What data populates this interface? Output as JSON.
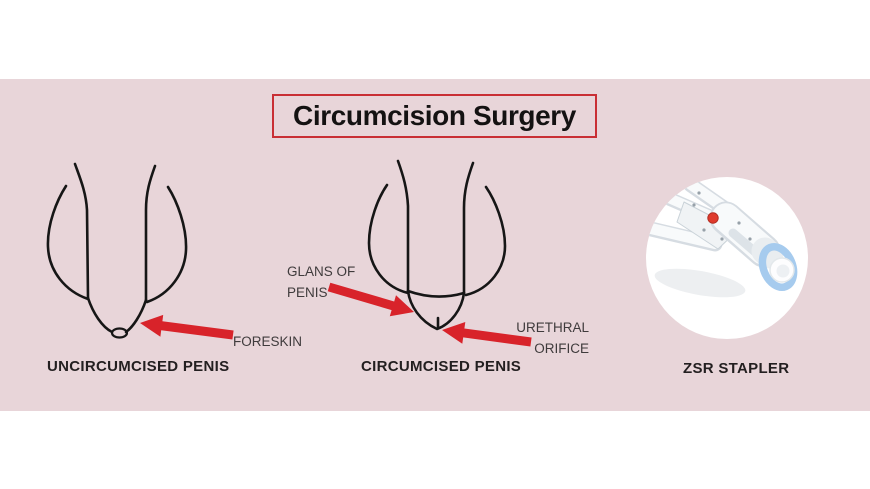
{
  "title": {
    "text": "Circumcision Surgery"
  },
  "captions": {
    "uncircumcised": "UNCIRCUMCISED PENIS",
    "circumcised": "CIRCUMCISED PENIS",
    "stapler": "ZSR STAPLER"
  },
  "annotations": {
    "foreskin": {
      "text": "FORESKIN"
    },
    "glans": {
      "line1": "GLANS OF",
      "line2": "PENIS"
    },
    "urethral": {
      "line1": "URETHRAL",
      "line2": "ORIFICE"
    }
  },
  "colors": {
    "panel_pink": "#e8d5d9",
    "arrow_red": "#d8232a",
    "title_border_red": "#c92f35",
    "line_black": "#161616",
    "caption_text": "#231f20",
    "annotation_text": "#3f3b3c",
    "stapler_ring_blue": "#a6cbee",
    "stapler_button_red": "#df3a2c",
    "stapler_body_white": "#f8fafb"
  }
}
